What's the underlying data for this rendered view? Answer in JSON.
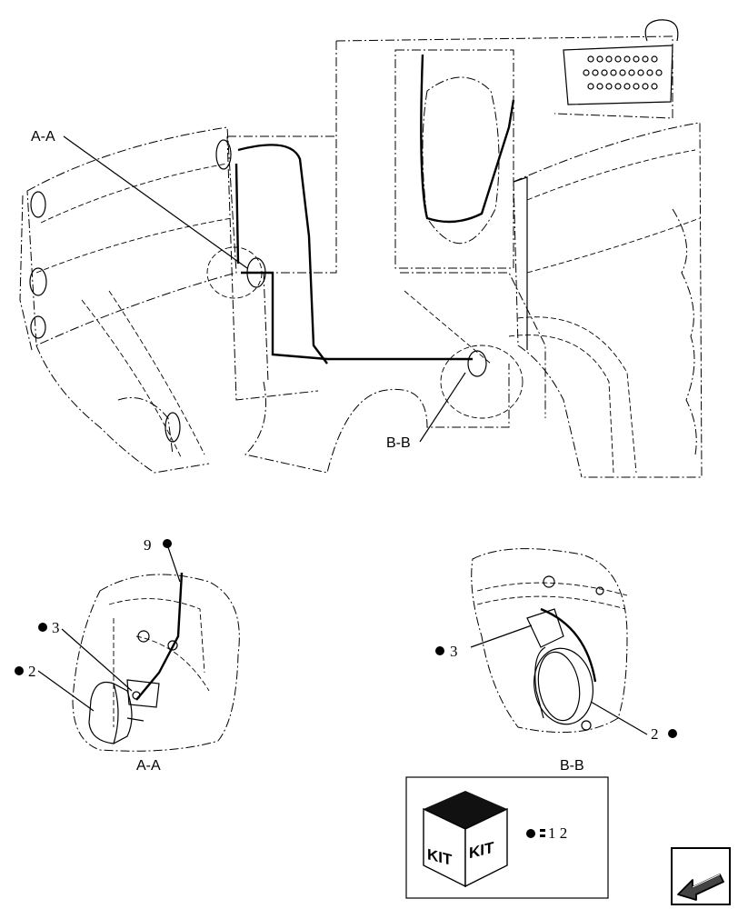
{
  "views": {
    "main_section_a": "A-A",
    "main_section_b": "B-B",
    "caption_a": "A-A",
    "caption_b": "B-B"
  },
  "callouts": {
    "a_harness": "9",
    "a_bracket": "3",
    "a_lamp": "2",
    "b_bracket": "3",
    "b_lamp": "2"
  },
  "kit": {
    "box_left": "KIT",
    "box_right": "KIT",
    "legend_items": "1  2"
  },
  "icons": {
    "bullet": "filled-circle",
    "navigation": "return-arrow-icon"
  }
}
